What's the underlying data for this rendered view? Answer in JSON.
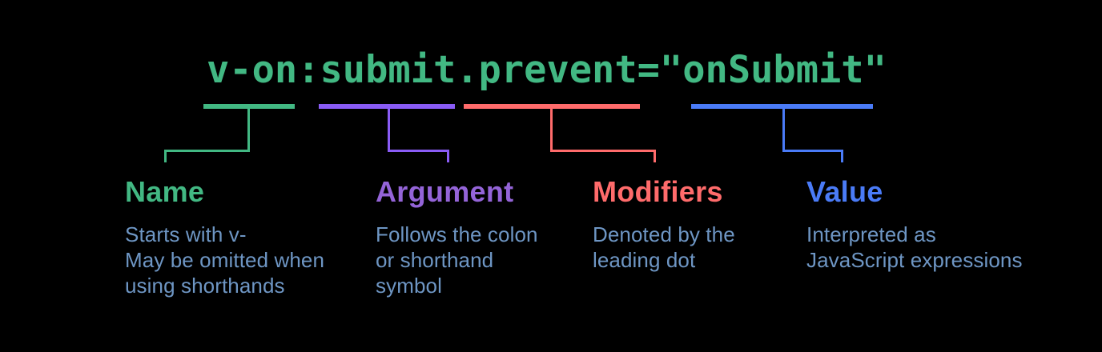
{
  "figure": {
    "background": "#000000",
    "code": {
      "text": "v-on:submit.prevent=\"onSubmit\"",
      "color": "#42b883"
    },
    "description_color": "#6e96c4",
    "sections": [
      {
        "id": "name",
        "label": "Name",
        "bar_color": "#42b883",
        "label_color": "#42b883",
        "description_lines": [
          "Starts with v-",
          "May be omitted when",
          "using shorthands"
        ]
      },
      {
        "id": "argument",
        "label": "Argument",
        "bar_color": "#8a5cf6",
        "label_color": "#9464d8",
        "description_lines": [
          "Follows the colon",
          "or shorthand",
          "symbol"
        ]
      },
      {
        "id": "modifiers",
        "label": "Modifiers",
        "bar_color": "#ff6b6b",
        "label_color": "#ff6b6b",
        "description_lines": [
          "Denoted by the",
          "leading dot"
        ]
      },
      {
        "id": "value",
        "label": "Value",
        "bar_color": "#4a7bf7",
        "label_color": "#4a7bf7",
        "description_lines": [
          "Interpreted as",
          "JavaScript expressions"
        ]
      }
    ]
  }
}
